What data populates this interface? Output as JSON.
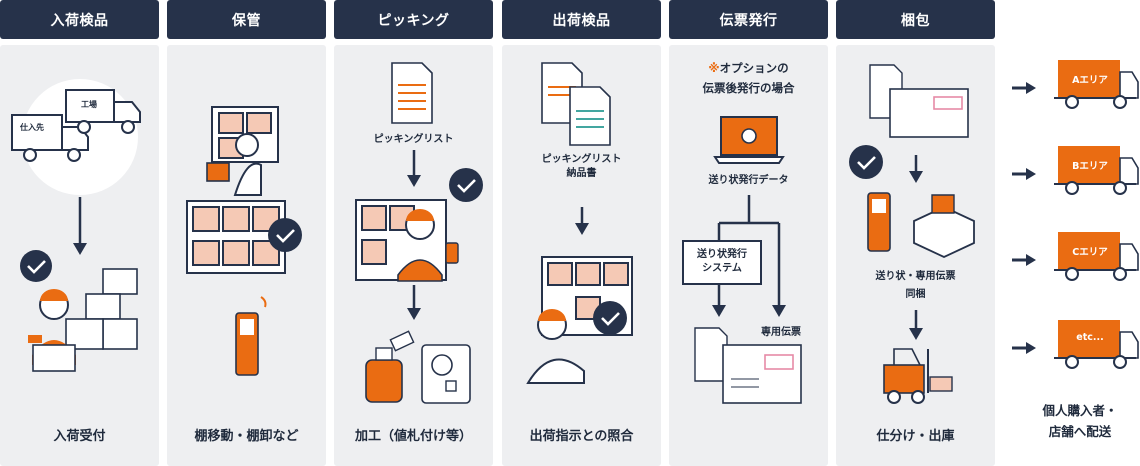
{
  "steps": [
    {
      "title": "入荷検品",
      "caption": "入荷受付",
      "tags": [
        "工場",
        "仕入先"
      ]
    },
    {
      "title": "保管",
      "caption": "棚移動・棚卸など"
    },
    {
      "title": "ピッキング",
      "caption": "加工（値札付け等）",
      "doc_label": "ピッキングリスト"
    },
    {
      "title": "出荷検品",
      "caption": "出荷指示との照合",
      "doc_label_1": "ピッキングリスト",
      "doc_label_2": "納品書"
    },
    {
      "title": "伝票発行",
      "note_star": "※",
      "note_line1": "オプションの",
      "note_line2": "伝票後発行の場合",
      "data_label": "送り状発行データ",
      "system_label_1": "送り状発行",
      "system_label_2": "システム",
      "slip_label": "専用伝票"
    },
    {
      "title": "梱包",
      "caption": "仕分け・出庫",
      "pack_label_1": "送り状・専用伝票",
      "pack_label_2": "同梱"
    }
  ],
  "destinations": [
    "Aエリア",
    "Bエリア",
    "Cエリア",
    "etc..."
  ],
  "final_line1": "個人購入者・",
  "final_line2": "店舗へ配送",
  "colors": {
    "header": "#26324a",
    "panel": "#eeeff1",
    "accent": "#ea6c12",
    "box": "#f5c9b5",
    "dark": "#26324a"
  }
}
